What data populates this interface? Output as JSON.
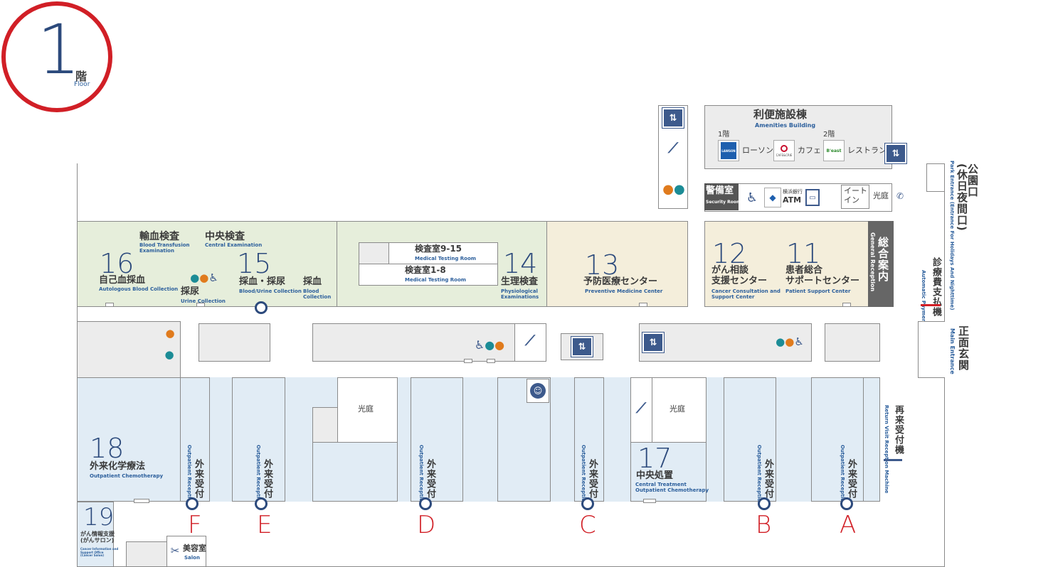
{
  "floor": {
    "number": "1",
    "label_jp": "階",
    "label_en": "Floor"
  },
  "icons": {
    "elevator": "elevator-icon",
    "escalator": "escalator-icon",
    "restroom": "restroom-icon",
    "accessible": "wheelchair-icon",
    "nursing": "nursing-room-icon",
    "phone": "phone-icon"
  },
  "colors": {
    "floor_ring": "#d11f26",
    "entrance_letter": "#d11f26",
    "number": "#2c4a7c",
    "english": "#2c5f9c",
    "green_area": "#e6eedb",
    "beige_area": "#f4eedb",
    "blue_area": "#e1ecf5",
    "reception_dark": "#666666"
  },
  "amenities": {
    "title_jp": "利便施設棟",
    "title_en": "Amenities Building",
    "floor1": "1階",
    "floor2": "2階",
    "lawson": "ローソン",
    "cafe": "カフェ",
    "restaurant": "レストラン",
    "lawson_logo": "LAWSON",
    "cafe_logo": "CAFE&CRIE",
    "restaurant_logo": "B'east"
  },
  "security": {
    "jp": "警備室",
    "en": "Security Room"
  },
  "atm": {
    "bank": "横浜銀行",
    "label": "ATM"
  },
  "eatin": {
    "label": "イート\nイン"
  },
  "courtyard": "光庭",
  "park_entrance": {
    "jp": "公園口\n(休日夜間口)",
    "en": "Park Entrance (Entrance For Holidays And Nighttime)"
  },
  "main_entrance": {
    "jp": "正面玄関",
    "en": "Main Entrance"
  },
  "payment": {
    "jp": "診療費支払機",
    "en": "Automatic Payment Machine"
  },
  "revisit": {
    "jp": "再来受付機",
    "en": "Return Visit Reception Machine"
  },
  "general_reception": {
    "jp": "総合案内",
    "en": "General Reception"
  },
  "rooms": {
    "r16": {
      "num": "16",
      "jp": "自己血採血",
      "en": "Autologous Blood Collection"
    },
    "transfusion": {
      "jp": "輸血検査",
      "en": "Blood Transfusion\nExamination"
    },
    "central_exam": {
      "jp": "中央検査",
      "en": "Central Examination"
    },
    "urine": {
      "jp": "採尿",
      "en": "Urine Collection"
    },
    "r15": {
      "num": "15",
      "jp": "採血・採尿",
      "en": "Blood/Urine Collection"
    },
    "blood": {
      "jp": "採血",
      "en": "Blood\nCollection"
    },
    "test915": {
      "jp": "検査室9-15",
      "en": "Medical Testing Room"
    },
    "test18": {
      "jp": "検査室1-8",
      "en": "Medical Testing Room"
    },
    "r14": {
      "num": "14",
      "jp": "生理検査",
      "en": "Physiological\nExaminations"
    },
    "r13": {
      "num": "13",
      "jp": "予防医療センター",
      "en": "Preventive Medicine Center"
    },
    "r12": {
      "num": "12",
      "jp": "がん相談\n支援センター",
      "en": "Cancer Consultation and\nSupport Center"
    },
    "r11": {
      "num": "11",
      "jp": "患者総合\nサポートセンター",
      "en": "Patient Support Center"
    },
    "r18": {
      "num": "18",
      "jp": "外来化学療法",
      "en": "Outpatient Chemotherapy"
    },
    "r17": {
      "num": "17",
      "jp": "中央処置",
      "en": "Central Treatment\nOutpatient Chemotherapy"
    },
    "r19": {
      "num": "19",
      "jp": "がん情報支援\n(がんサロン)",
      "en": "Cancer Information and\nSupport Office\n(Cancer Salon)"
    },
    "salon": {
      "jp": "美容室",
      "en": "Salon"
    }
  },
  "reception": {
    "jp": "外来受付",
    "en": "Outpatient Reception"
  },
  "entrances": [
    "F",
    "E",
    "D",
    "C",
    "B",
    "A"
  ]
}
